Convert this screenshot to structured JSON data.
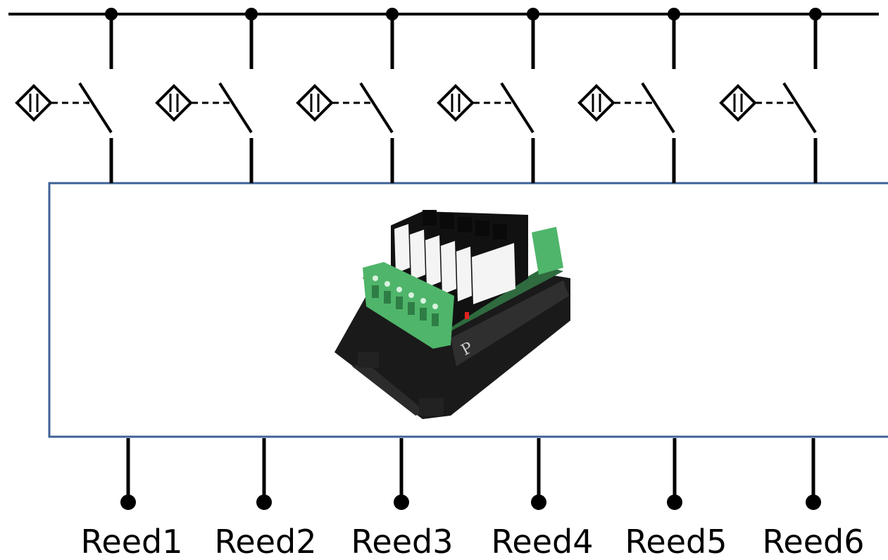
{
  "diagram": {
    "colors": {
      "wire": "#000000",
      "module_border": "#3f6296",
      "module_fill": "#ffffff",
      "terminal_green": "#4fb56a",
      "relay_white": "#f4f4f4",
      "housing_black": "#1a1a1a",
      "pcb_green": "#2f6b3f"
    },
    "module": {
      "image_icon": "relay-module-photo"
    },
    "channels": [
      {
        "label": "Reed1",
        "sensor_icon": "proximity-sensor-icon"
      },
      {
        "label": "Reed2",
        "sensor_icon": "proximity-sensor-icon"
      },
      {
        "label": "Reed3",
        "sensor_icon": "proximity-sensor-icon"
      },
      {
        "label": "Reed4",
        "sensor_icon": "proximity-sensor-icon"
      },
      {
        "label": "Reed5",
        "sensor_icon": "proximity-sensor-icon"
      },
      {
        "label": "Reed6",
        "sensor_icon": "proximity-sensor-icon"
      }
    ]
  }
}
